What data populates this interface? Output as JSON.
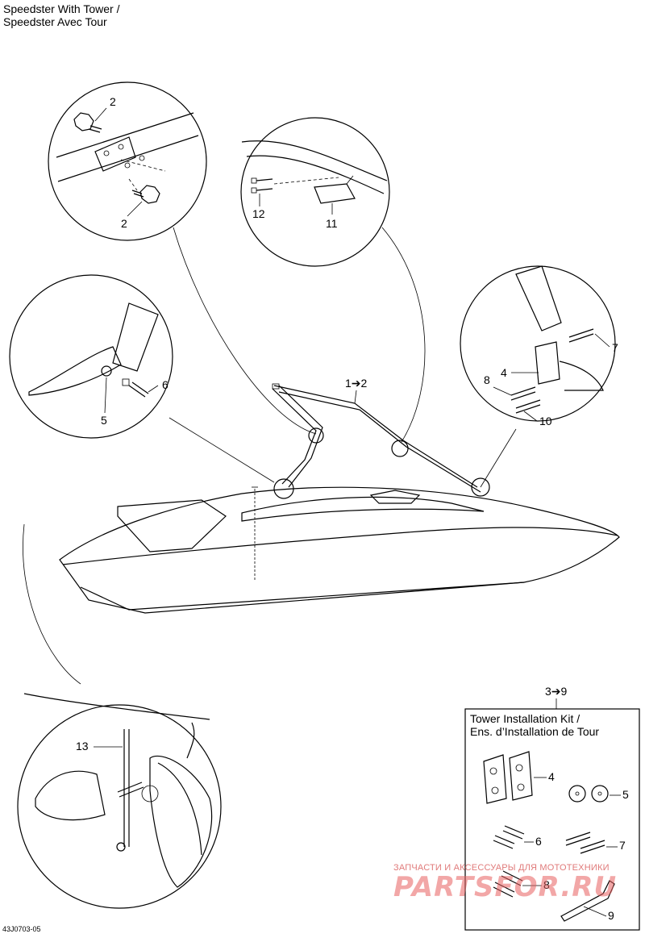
{
  "title": {
    "line1": "Speedster With Tower /",
    "line2": "Speedster Avec Tour"
  },
  "reference_code": "43J0703-05",
  "callouts": {
    "tower_range": "1➔2",
    "kit_range": "3➔9",
    "n2a": "2",
    "n2b": "2",
    "n4": "4",
    "n5": "5",
    "n6": "6",
    "n7": "7",
    "n8": "8",
    "n10": "10",
    "n11": "11",
    "n12": "12",
    "n13": "13"
  },
  "kit": {
    "title_line1": "Tower Installation Kit /",
    "title_line2": "Ens. d’Installation de Tour",
    "items": {
      "k4": "4",
      "k5": "5",
      "k6": "6",
      "k7": "7",
      "k8": "8",
      "k9": "9"
    }
  },
  "watermark": {
    "tagline": "ЗАПЧАСТИ И АКСЕССУАРЫ ДЛЯ МОТОТЕХНИКИ",
    "brand": "PARTSFOR.RU"
  }
}
